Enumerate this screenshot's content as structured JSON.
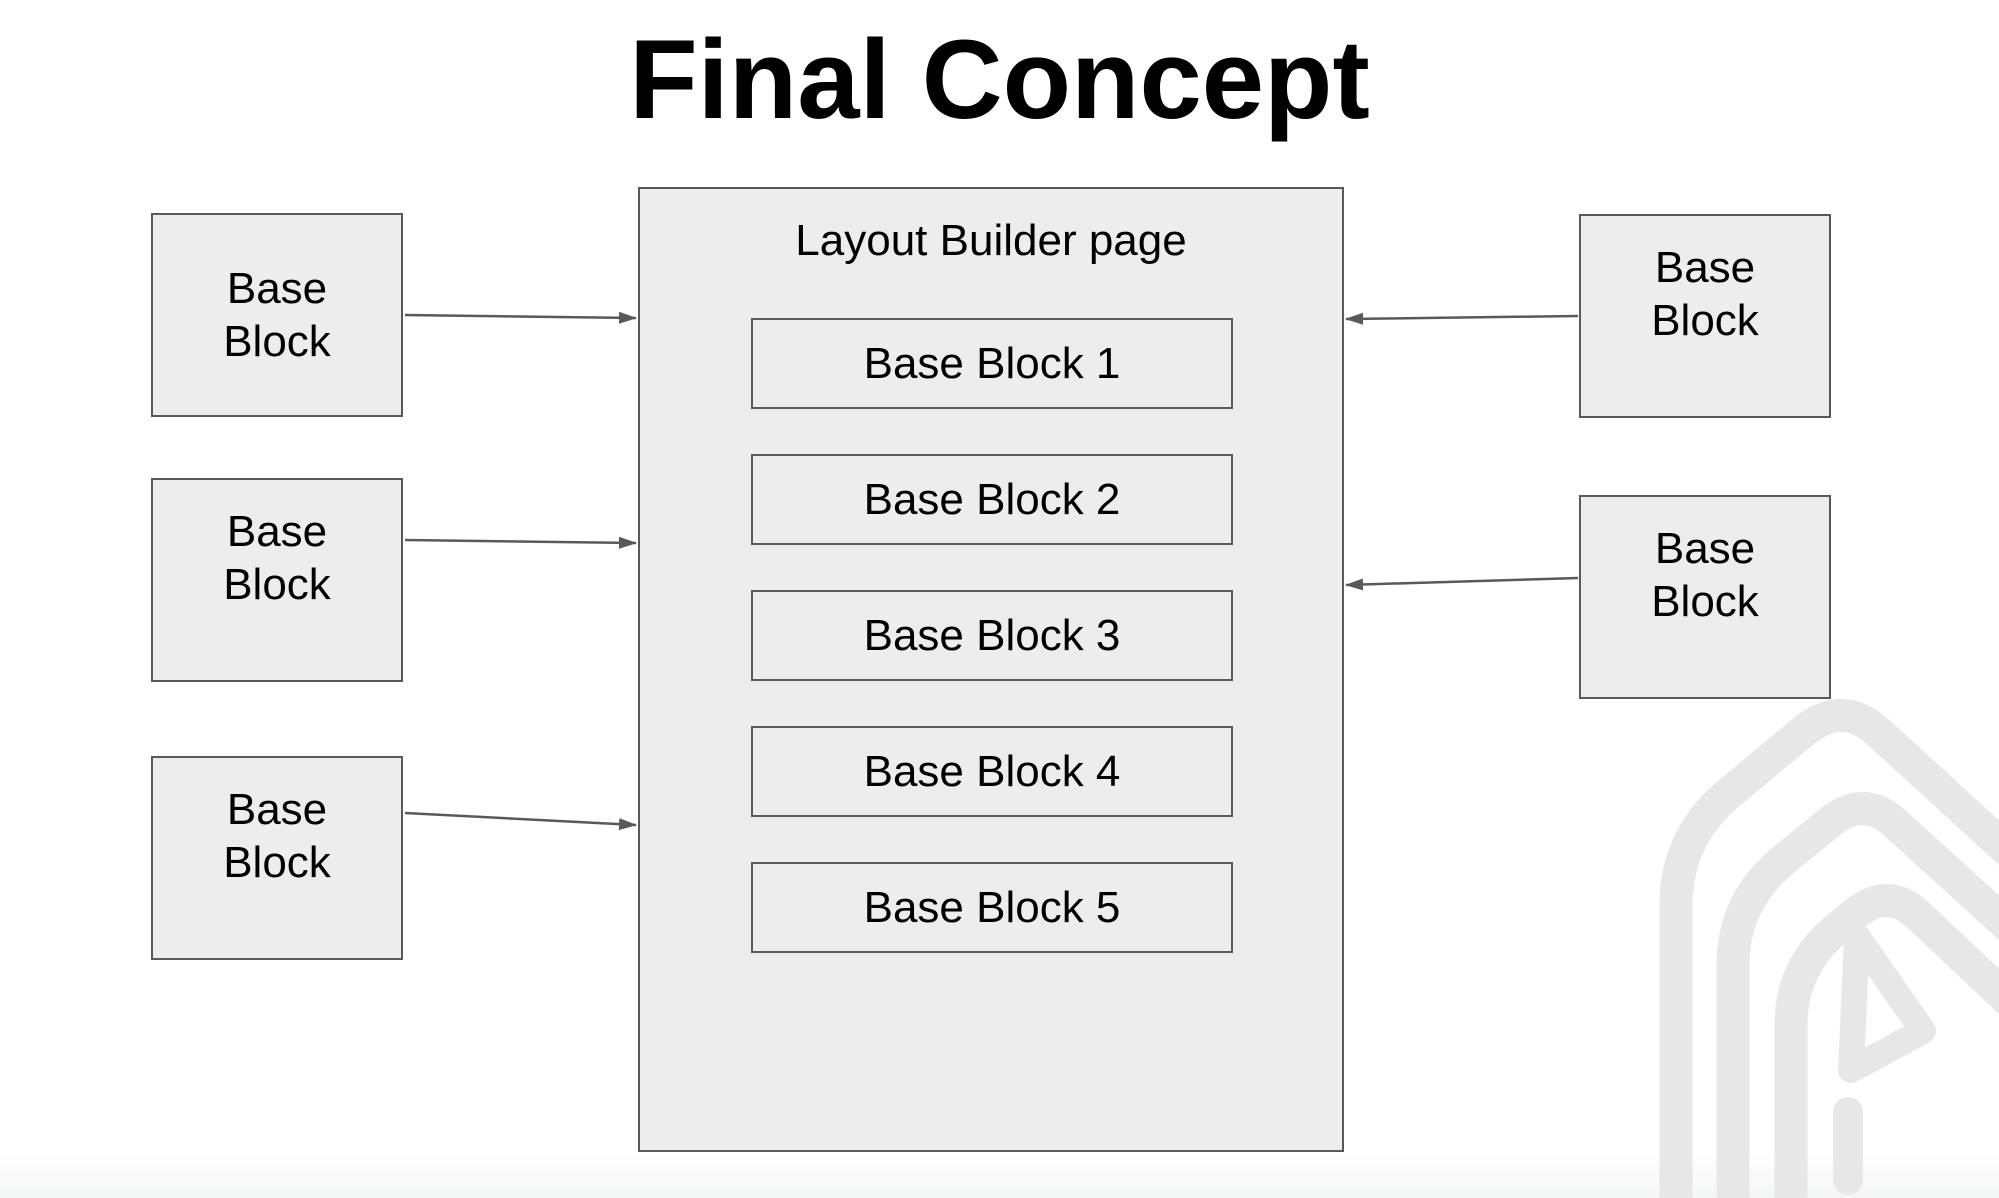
{
  "page": {
    "title": "Final Concept"
  },
  "colors": {
    "shape_fill": "#ededed",
    "shape_border": "#595959",
    "arrow": "#595959",
    "watermark": "#e7e7e7"
  },
  "layout_builder": {
    "label": "Layout Builder page",
    "blocks": [
      "Base Block 1",
      "Base Block 2",
      "Base Block 3",
      "Base Block 4",
      "Base Block 5"
    ]
  },
  "left_blocks": [
    {
      "lines": [
        "Base",
        "Block"
      ]
    },
    {
      "lines": [
        "Base",
        "Block"
      ]
    },
    {
      "lines": [
        "Base",
        "Block"
      ]
    }
  ],
  "right_blocks": [
    {
      "lines": [
        "Base",
        "Block"
      ]
    },
    {
      "lines": [
        "Base",
        "Block"
      ]
    }
  ]
}
